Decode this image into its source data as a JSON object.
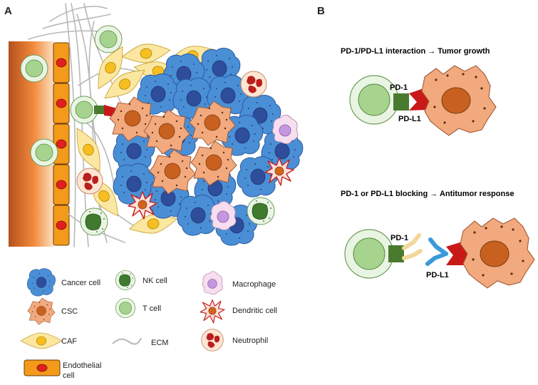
{
  "panels": {
    "a": "A",
    "b": "B"
  },
  "panel_b": {
    "interaction_title": "PD-1/PD-L1 interaction → Tumor growth",
    "blocking_title": "PD-1 or PD-L1 blocking → Antitumor response",
    "pd1_label_top": "PD-1",
    "pdl1_label_top": "PD-L1",
    "pd1_label_bottom": "PD-1",
    "pdl1_label_bottom": "PD-L1"
  },
  "legend": {
    "cancer_cell": "Cancer cell",
    "csc": "CSC",
    "caf": "CAF",
    "endothelial_line1": "Endothelial",
    "endothelial_line2": "cell",
    "nk_cell": "NK cell",
    "t_cell": "T cell",
    "ecm": "ECM",
    "macrophage": "Macrophage",
    "dendritic_cell": "Dendritic cell",
    "neutrophil": "Neutrophil"
  },
  "colors": {
    "cancer_cell": "#4a8fd6",
    "cancer_nucleus": "#2e4d9a",
    "csc": "#f2a97e",
    "csc_nucleus": "#c8611f",
    "caf": "#fbe7a0",
    "caf_nucleus": "#f6bf1f",
    "endothelial": "#f39a1b",
    "endothelial_nucleus": "#e0211b",
    "vessel_dark": "#b8541e",
    "vessel_light": "#fbd6b0",
    "t_cell_outer": "#e9f5e3",
    "t_cell_inner": "#a6d48e",
    "nk_nucleus": "#3f7a2e",
    "macrophage_outer": "#f6def0",
    "macrophage_inner": "#c597e0",
    "dendritic": "#c4201e",
    "dendritic_nucleus": "#d3631b",
    "neutrophil_outer": "#fde5d2",
    "neutrophil_nucleus": "#bb1e1e",
    "pd1": "#4a7a2e",
    "pdl1": "#c91818",
    "antibody_pd1": "#f2d89b",
    "antibody_pdl1": "#3a9ad9",
    "ecm_fiber": "#b8b8b8"
  }
}
